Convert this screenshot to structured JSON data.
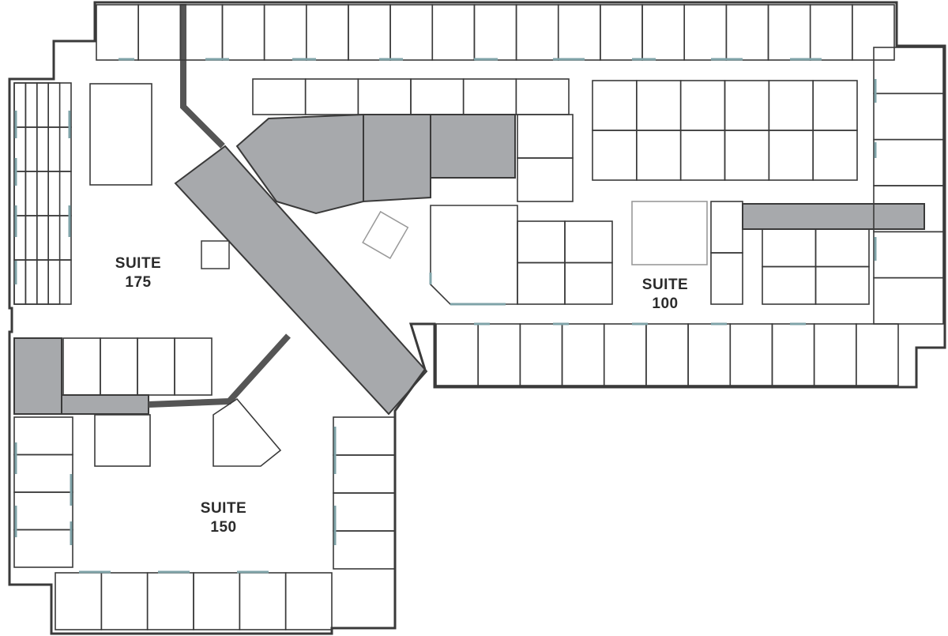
{
  "plan": {
    "suites": [
      {
        "name": "SUITE",
        "number": "175"
      },
      {
        "name": "SUITE",
        "number": "100"
      },
      {
        "name": "SUITE",
        "number": "150"
      }
    ]
  },
  "colors": {
    "wall": "#3a3a3a",
    "core": "#a7a9ac",
    "window": "#7fa3a8",
    "corridor": "#555555"
  }
}
